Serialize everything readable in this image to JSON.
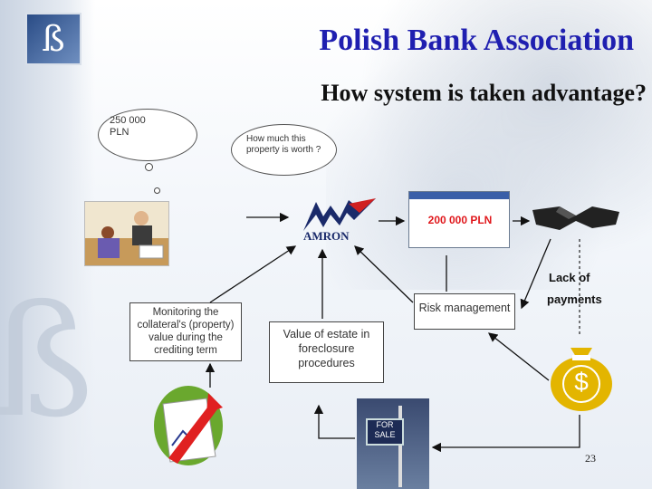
{
  "header": {
    "title": "Polish Bank Association",
    "subtitle": "How system is taken advantage?"
  },
  "diagram": {
    "cloud_client": "250 000\nPLN",
    "cloud_question": "How much this property is worth ?",
    "valuation_value": "200 000 PLN",
    "amron_label": "AMRON",
    "monitoring_box": "Monitoring the collateral's (property) value during the crediting term",
    "estate_value_box": "Value of estate in foreclosure procedures",
    "risk_box": "Risk management",
    "lack_label": "Lack of",
    "payments_label": "payments",
    "sale_sign": "FOR\nSALE",
    "dollar_sign": "$"
  },
  "footer": {
    "page_number": "23"
  },
  "colors": {
    "title": "#1f1fb0",
    "valuation_text": "#e0181c",
    "logo": "#2a4c86"
  }
}
